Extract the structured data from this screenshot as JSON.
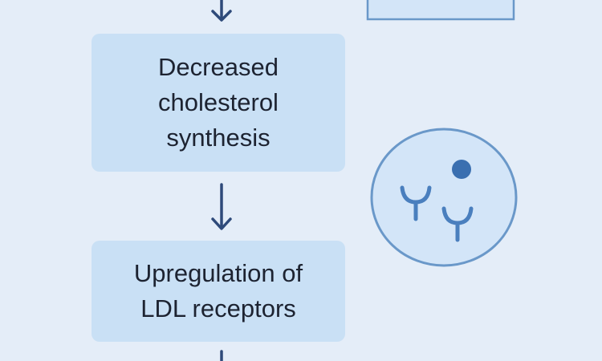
{
  "colors": {
    "background": "#e4edf8",
    "box_fill": "#c9e0f5",
    "text": "#1d2331",
    "arrow": "#2e4a7a",
    "circle_fill": "#d3e5f8",
    "circle_stroke": "#6a98c9",
    "receptor": "#4a7fbe",
    "ldl_particle": "#3a6fb0"
  },
  "flow": {
    "step1": {
      "lines": [
        "Decreased",
        "cholesterol",
        "synthesis"
      ]
    },
    "step2": {
      "lines": [
        "Upregulation of",
        "LDL receptors"
      ]
    }
  },
  "icons": {
    "arrows": [
      "arrow-down-icon",
      "arrow-down-icon",
      "arrow-down-icon"
    ],
    "cell": "cell-with-ldl-receptors-icon",
    "top_shape": "cell-partial-icon"
  }
}
